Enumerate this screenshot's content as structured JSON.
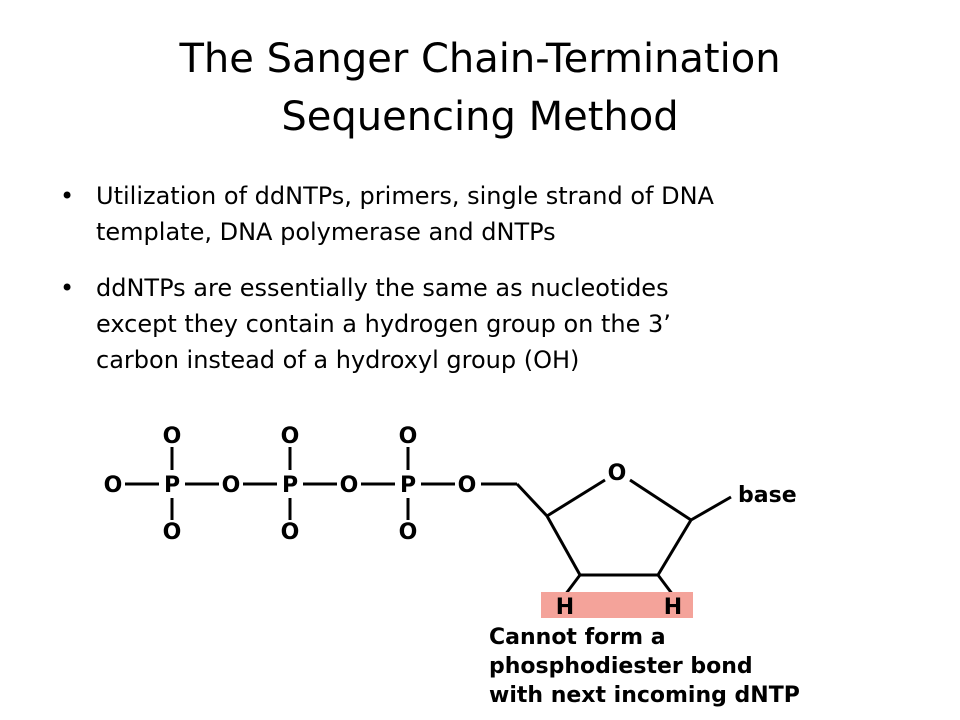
{
  "slide": {
    "title_lines": [
      "The Sanger Chain-Termination",
      "Sequencing Method"
    ],
    "bullets": [
      {
        "lines": [
          "Utilization of ddNTPs, primers, single strand of DNA",
          "template, DNA polymerase and dNTPs"
        ]
      },
      {
        "lines": [
          "ddNTPs are essentially the same as nucleotides",
          "except they contain a hydrogen group on the 3’",
          "carbon instead of a hydroxyl group (OH)"
        ]
      }
    ]
  },
  "diagram": {
    "atoms": {
      "oxygen": "O",
      "phosphorus": "P",
      "hydrogen": "H"
    },
    "base_label": "base",
    "caption_lines": [
      "Cannot form a",
      "phosphodiester bond",
      "with next incoming dNTP"
    ],
    "highlight_color": "#f4a39a"
  }
}
